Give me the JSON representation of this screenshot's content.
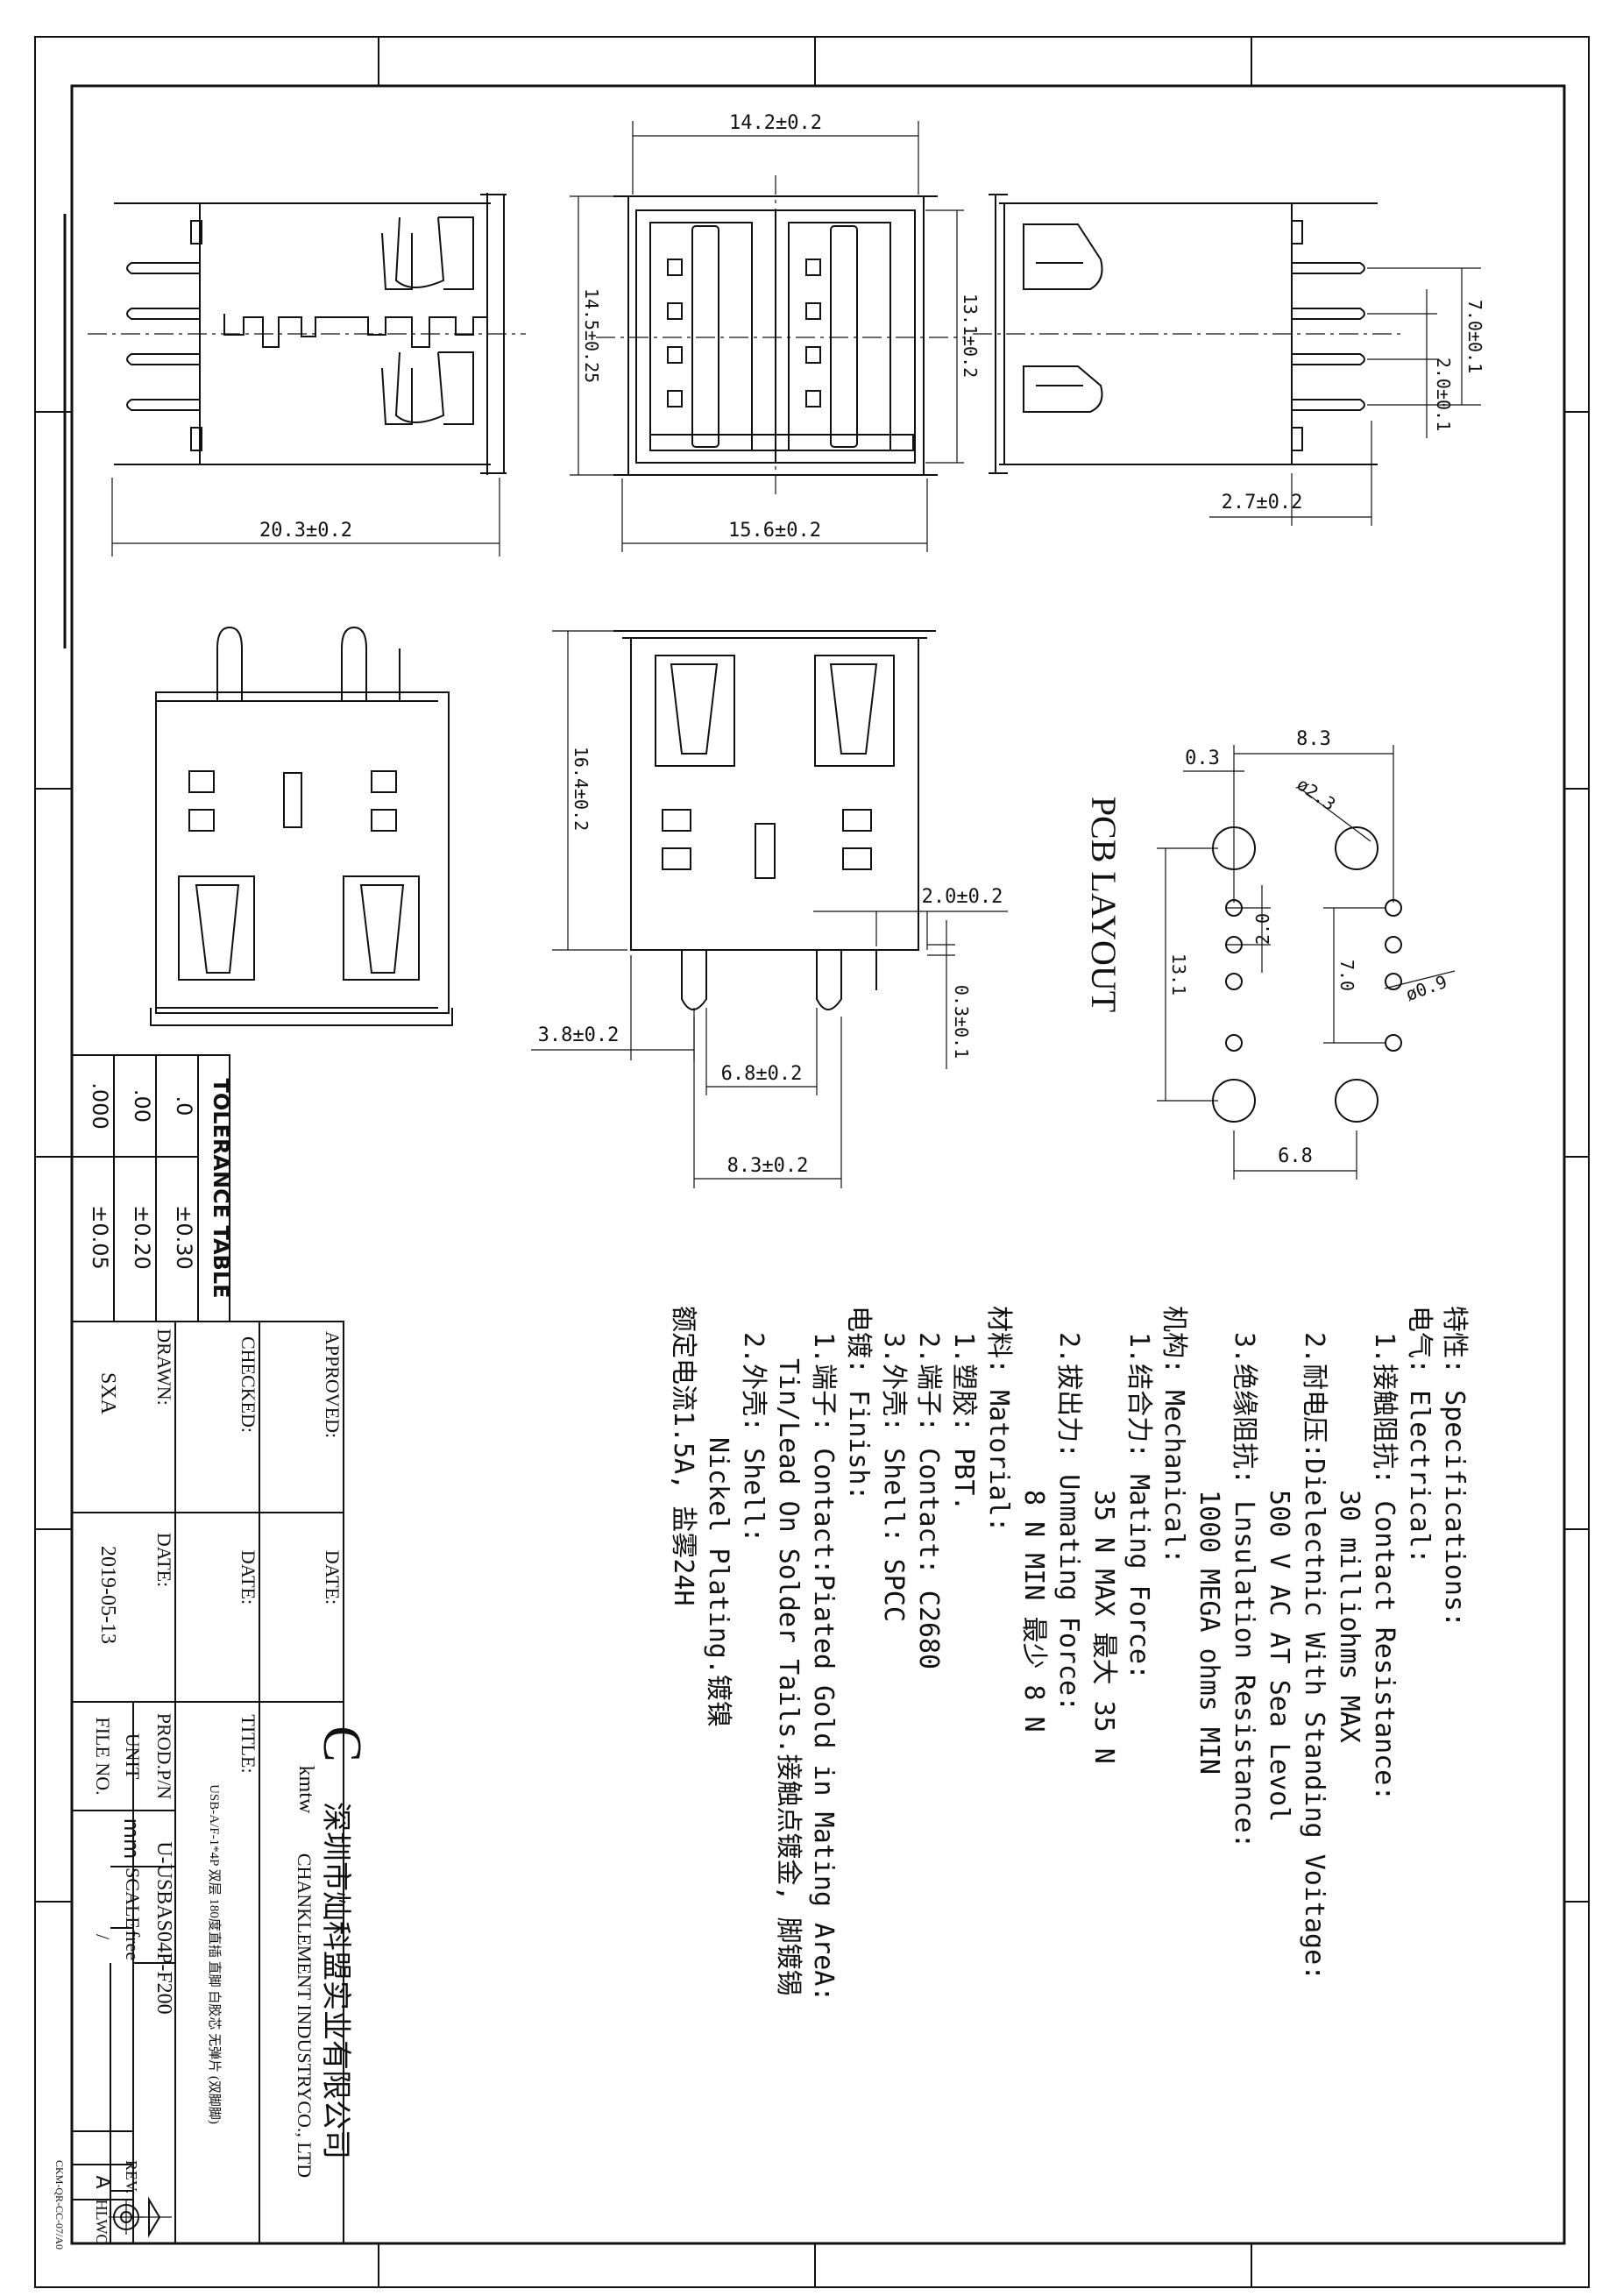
{
  "dimensions": {
    "top_width": "14.2±0.2",
    "front_height": "14.5±0.25",
    "front_inner_height": "13.1±0.2",
    "bottom_width": "15.6±0.2",
    "side_length": "20.3±0.2",
    "pin_pitch_big": "7.0±0.1",
    "pin_pitch_small": "2.0±0.1",
    "pin_offset": "2.7±0.2",
    "top_height": "16.4±0.2",
    "peg_width": "2.0±0.2",
    "peg_thickness": "0.3±0.1",
    "peg_offset": "3.8±0.2",
    "inner_span": "6.8±0.2",
    "outer_span": "8.3±0.2"
  },
  "pcb": {
    "title": "PCB LAYOUT",
    "dim_83": "8.3",
    "dim_03": "0.3",
    "dim_phi23": "ø2.3",
    "dim_20": "2.0",
    "dim_131": "13.1",
    "dim_70": "7.0",
    "dim_phi09": "ø0.9",
    "dim_68": "6.8"
  },
  "tolerance": {
    "title": "TOLERANCE TABLE",
    "rows": [
      {
        "key": ".0",
        "val": "±0.30"
      },
      {
        "key": ".00",
        "val": "±0.20"
      },
      {
        "key": ".000",
        "val": "±0.05"
      }
    ]
  },
  "titleblock": {
    "approved": "APPROVED:",
    "date1": "DATE:",
    "checked": "CHECKED:",
    "date2": "DATE:",
    "drawn": "DRAWN:",
    "date3": "DATE:",
    "drawn_by": "SXA",
    "drawn_date": "2019-05-13",
    "company_cn": "深圳市灿科盟实业有限公司",
    "company_logo": "C",
    "company_logo_sub": "kmtw",
    "company_en": "CHANKLEMENT INDUSTRYCO., LTD",
    "title_label": "TITLE:",
    "title_value": "USB-A/F-1*4P 双层 180度直插 直脚 白胶芯 无弹片 (双脚脚)",
    "prod_label": "PROD.P/N",
    "prod_value": "U-USBAS04P-F200",
    "unit_label": "UNIT",
    "unit_value": "mm",
    "scale_label": "SCALE",
    "scale_value": "free",
    "file_label": "FILE NO.",
    "file_value": "/",
    "rev_label": "REV.",
    "rev_value": "A",
    "sheet_code": "HLWO",
    "form_code": "CKM-QR-CC-07/A0"
  },
  "specs": [
    "特性: Specifications:",
    "电气: Electrical:",
    "1.接触阻抗: Contact Resistance:",
    "30 milliohms MAX",
    "2.耐电压:Dielectnic With Standing Voitage:",
    "500 V AC AT Sea Levol",
    "3.绝缘阻抗: Lnsulation Resistance:",
    "1000 MEGA ohms MIN",
    "机构: Mechanical:",
    "1.结合力: Mating Force:",
    "35 N MAX 最大 35 N",
    "2.拔出力: Unmating Force:",
    "8 N MIN 最少 8 N",
    "材料: Matorial:",
    "1.塑胶: PBT.",
    "2.端子: Contact: C2680",
    "3.外壳: Shell: SPCC",
    "电镀: Finish:",
    "1.端子: Contact:Piated Gold in Mating AreA:",
    "Tin/Lead On Solder Tails.接触点镀金, 脚镀锡",
    "2.外壳: Shell:",
    "Nickel Plating.镀镍",
    "额定电流1.5A, 盐雾24H"
  ]
}
